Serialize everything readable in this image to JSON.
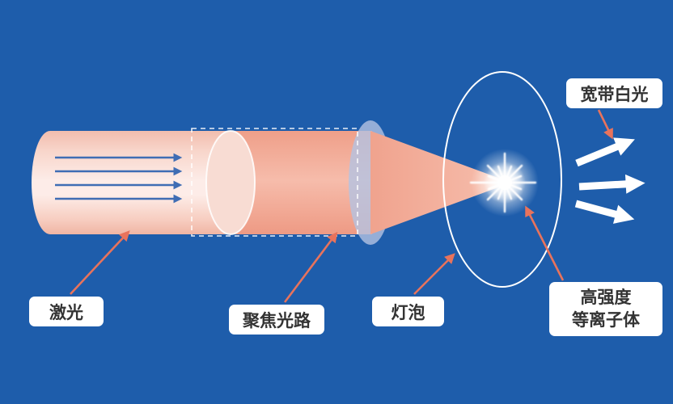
{
  "labels": {
    "laser": "激光",
    "focusing_path": "聚焦光路",
    "bulb": "灯泡",
    "broadband_white_light": "宽带白光",
    "plasma_line1": "高强度",
    "plasma_line2": "等离子体"
  },
  "colors": {
    "background": "#1e5dab",
    "beam_pale_pink": "#fbe6e0",
    "beam_salmon": "#f2a48e",
    "lens_blue": "#b4c3e2",
    "connector_arrow": "#e8735c",
    "internal_arrow_blue": "#3f6db4",
    "outline_white": "#ffffff",
    "label_background": "#ffffff",
    "label_text": "#333333"
  }
}
